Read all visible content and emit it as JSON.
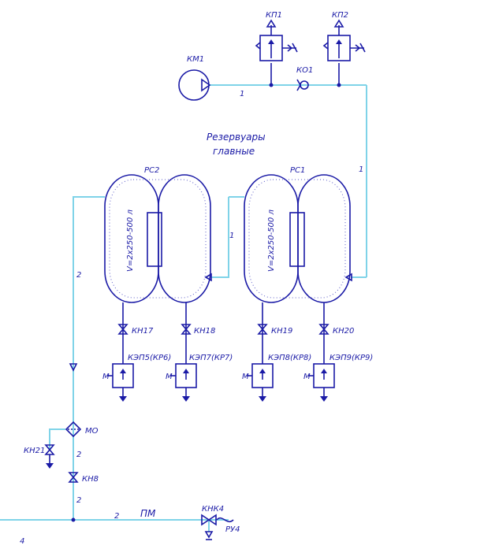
{
  "labels": {
    "km1": "КМ1",
    "kp1": "КП1",
    "kp2": "КП2",
    "ko1": "КО1",
    "heading_line1": "Резервуары",
    "heading_line2": "главные",
    "pc1": "РС1",
    "pc2": "РС2",
    "volume_pc1": "V=2х250-500 л",
    "volume_pc2": "V=2х250-500 л",
    "kn17": "КН17",
    "kn18": "КН18",
    "kn19": "КН19",
    "kn20": "КН20",
    "ke51": "КЭП5(КР6)",
    "ke77": "КЭП7(КР7)",
    "ke58": "КЭП8(КР8)",
    "ke59": "КЭП9(КР9)",
    "mo": "МО",
    "kn21": "КН21",
    "kn8": "КН8",
    "pm": "ПМ",
    "knk4": "КНК4",
    "ru4": "РУ4",
    "m": "M",
    "line_1": "1",
    "line_2": "2",
    "line_4": "4"
  }
}
